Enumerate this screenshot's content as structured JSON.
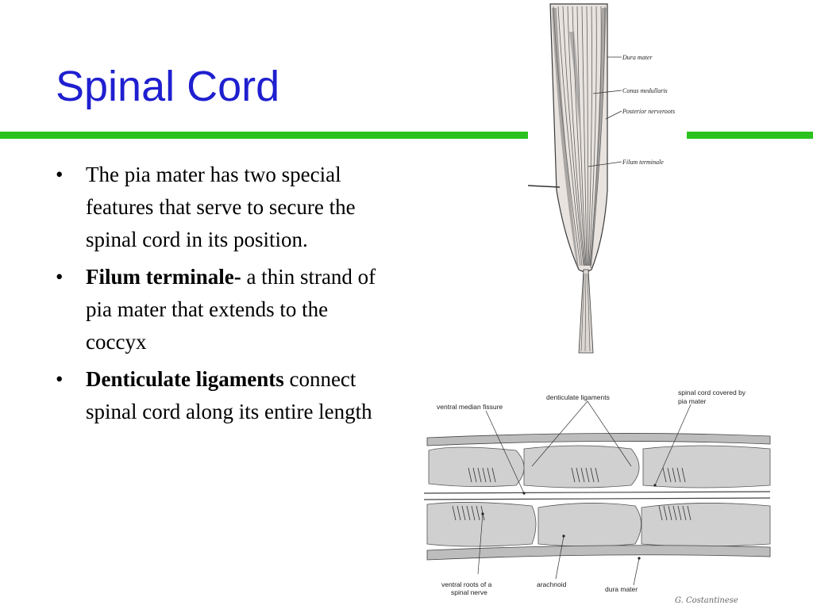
{
  "slide": {
    "title": "Spinal Cord",
    "bullets": [
      {
        "bold": "",
        "text": "The pia mater has two special features that serve to secure the spinal cord in its position."
      },
      {
        "bold": "Filum terminale-",
        "text": " a thin strand of pia mater that extends to the coccyx"
      },
      {
        "bold": "Denticulate ligaments",
        "text": " connect spinal cord along its entire length"
      }
    ],
    "bullet_glyph": "•",
    "colors": {
      "title": "#1f1fd0",
      "rule": "#2bc21f"
    }
  },
  "figure_top": {
    "labels": [
      "Dura mater",
      "Conus medullaris",
      "Posterior nerveroots",
      "Filum terminale"
    ]
  },
  "figure_bottom": {
    "labels": {
      "ventral_median_fissure": "ventral median fissure",
      "denticulate_ligaments": "denticulate ligaments",
      "spinal_cord_covered_line1": "spinal cord covered by",
      "spinal_cord_covered_line2": "pia mater",
      "ventral_roots_line1": "ventral roots of a",
      "ventral_roots_line2": "spinal nerve",
      "arachnoid": "arachnoid",
      "dura_mater": "dura mater",
      "signature": "G. Costantinese"
    }
  }
}
